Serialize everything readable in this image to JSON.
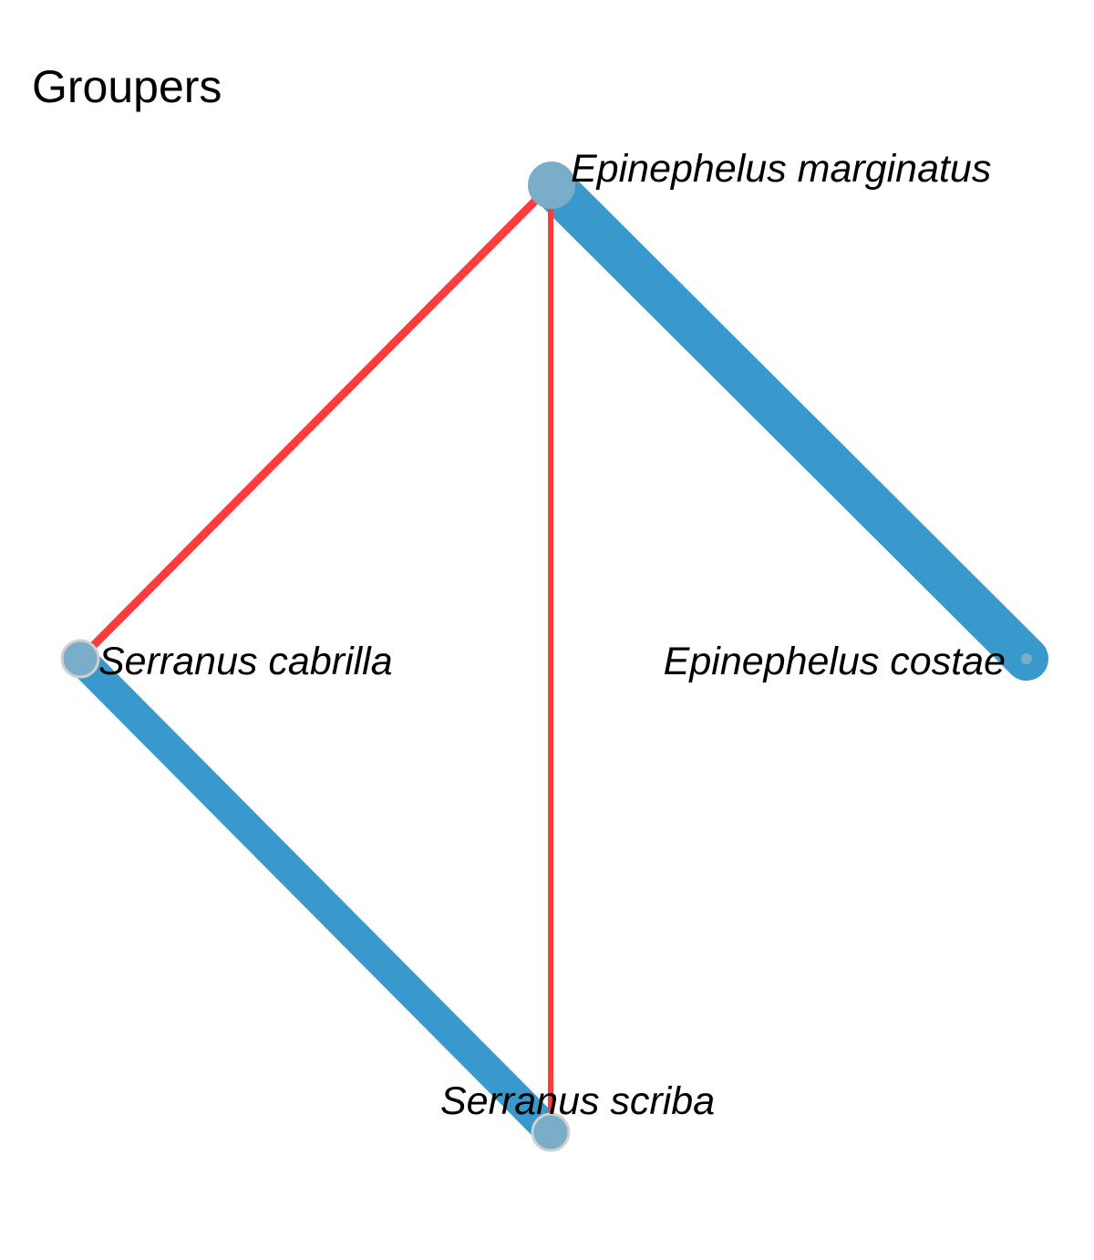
{
  "title": "Groupers",
  "nodes": [
    {
      "id": "em",
      "label": "Epinephelus marginatus"
    },
    {
      "id": "ec",
      "label": "Epinephelus costae"
    },
    {
      "id": "sc",
      "label": "Serranus cabrilla"
    },
    {
      "id": "ss",
      "label": "Serranus scriba"
    }
  ],
  "edges": [
    {
      "from": "em",
      "to": "ec",
      "color": "#3a99cc"
    },
    {
      "from": "sc",
      "to": "ss",
      "color": "#3a99cc"
    },
    {
      "from": "sc",
      "to": "em",
      "color": "#ff3b3b"
    },
    {
      "from": "ss",
      "to": "em",
      "color": "#ff3b3b"
    }
  ],
  "colors": {
    "positive_edge": "#3a99cc",
    "negative_edge": "#ff3b3b",
    "node_fill": "#7aaec8"
  }
}
